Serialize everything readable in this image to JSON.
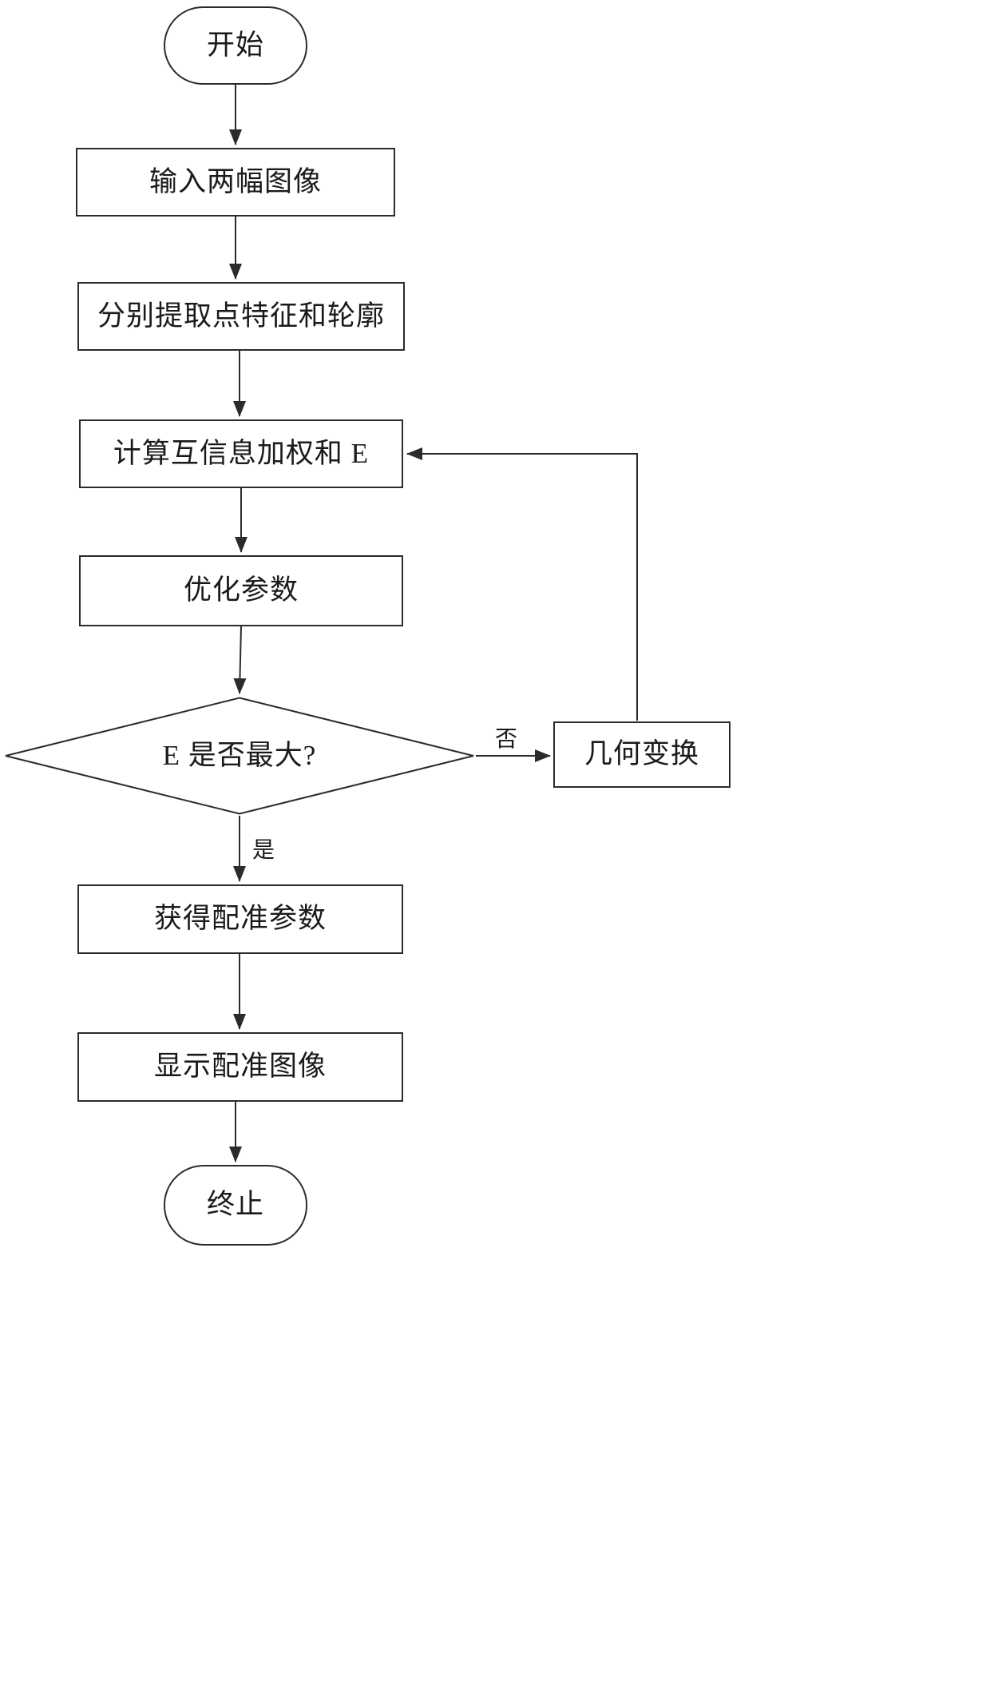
{
  "diagram": {
    "title": "image-registration-flowchart",
    "nodes": {
      "start": {
        "label": "开始",
        "type": "terminal"
      },
      "input": {
        "label": "输入两幅图像",
        "type": "process"
      },
      "extract": {
        "label": "分别提取点特征和轮廓",
        "type": "process"
      },
      "compute": {
        "label": "计算互信息加权和 E",
        "type": "process"
      },
      "optimize": {
        "label": "优化参数",
        "type": "process"
      },
      "decision": {
        "label": "E 是否最大?",
        "type": "decision"
      },
      "transform": {
        "label": "几何变换",
        "type": "process"
      },
      "obtain": {
        "label": "获得配准参数",
        "type": "process"
      },
      "display": {
        "label": "显示配准图像",
        "type": "process"
      },
      "end": {
        "label": "终止",
        "type": "terminal"
      }
    },
    "edges": {
      "no_label": "否",
      "yes_label": "是"
    },
    "colors": {
      "stroke": "#2b2b2b",
      "background": "#ffffff",
      "text": "#1a1a1a"
    }
  }
}
